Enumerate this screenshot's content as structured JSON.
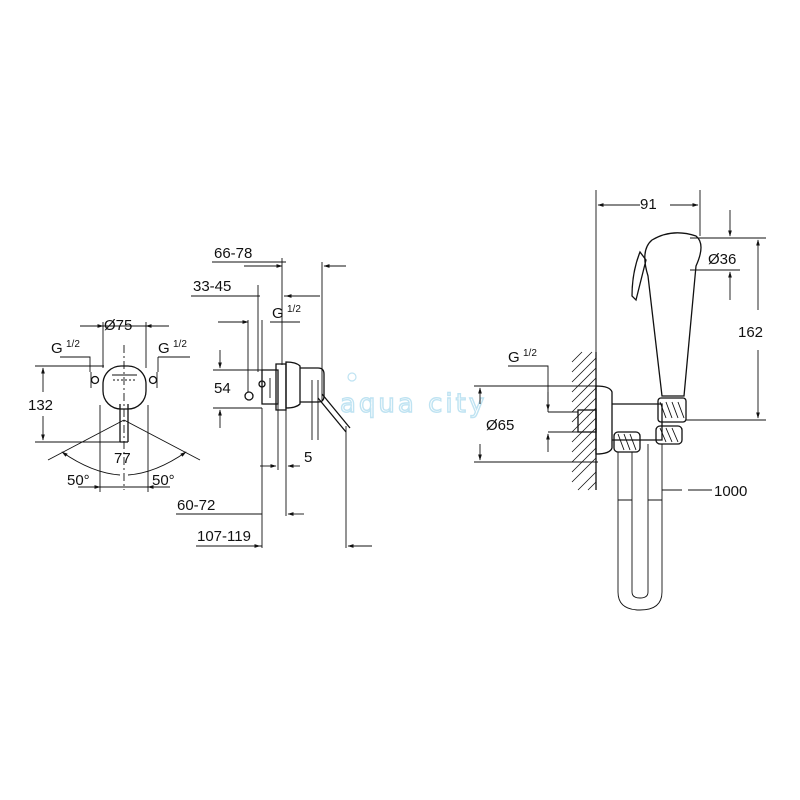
{
  "dimensions": {
    "diameter_75": "Ø75",
    "g_thread_left_main": "G",
    "g_thread_fraction": "1/2",
    "height_132": "132",
    "width_77": "77",
    "angle_left": "50°",
    "angle_right": "50°",
    "depth_66_78": "66-78",
    "depth_33_45": "33-45",
    "height_54": "54",
    "offset_5": "5",
    "depth_60_72": "60-72",
    "depth_107_119": "107-119",
    "diameter_65": "Ø65",
    "width_91": "91",
    "diameter_36": "Ø36",
    "height_162": "162",
    "hose_1000": "1000"
  },
  "watermark": {
    "text": "aqua city"
  }
}
